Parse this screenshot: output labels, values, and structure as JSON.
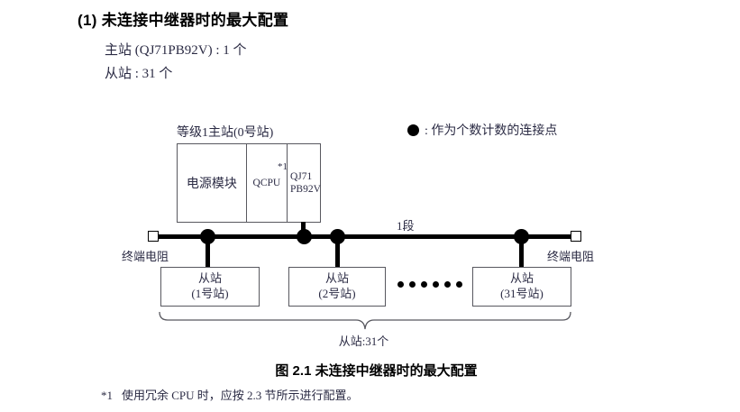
{
  "heading": {
    "title": "(1) 未连接中继器时的最大配置",
    "spec_master": "主站 (QJ71PB92V) : 1 个",
    "spec_slave": "从站 : 31 个"
  },
  "legend": {
    "icon": "filled-circle-icon",
    "label": ": 作为个数计数的连接点"
  },
  "master_rack": {
    "title": "等级1主站(0号站)",
    "cells": [
      {
        "name": "power-module",
        "label": "电源模块"
      },
      {
        "name": "qcpu",
        "label": "QCPU",
        "footnote_marker": "*1"
      },
      {
        "name": "pb92v",
        "line1": "QJ71",
        "line2": "PB92V"
      }
    ]
  },
  "bus": {
    "segment_label": "1段",
    "terminator_left_label": "终端电阻",
    "terminator_right_label": "终端电阻",
    "connection_dots": 4,
    "ellipsis_dots": 6
  },
  "slaves": [
    {
      "name": "slave-1",
      "line1": "从站",
      "line2": "(1号站)"
    },
    {
      "name": "slave-2",
      "line1": "从站",
      "line2": "(2号站)"
    },
    {
      "name": "slave-31",
      "line1": "从站",
      "line2": "(31号站)"
    }
  ],
  "slave_total_label": "从站:31个",
  "figure": {
    "caption": "图 2.1  未连接中继器时的最大配置"
  },
  "footnote": {
    "marker": "*1",
    "text": "使用冗余 CPU 时，应按 2.3 节所示进行配置。"
  },
  "colors": {
    "line": "#000000",
    "box_border": "#58585f",
    "text": "#2b2b44",
    "heading": "#000000",
    "background": "#ffffff"
  }
}
